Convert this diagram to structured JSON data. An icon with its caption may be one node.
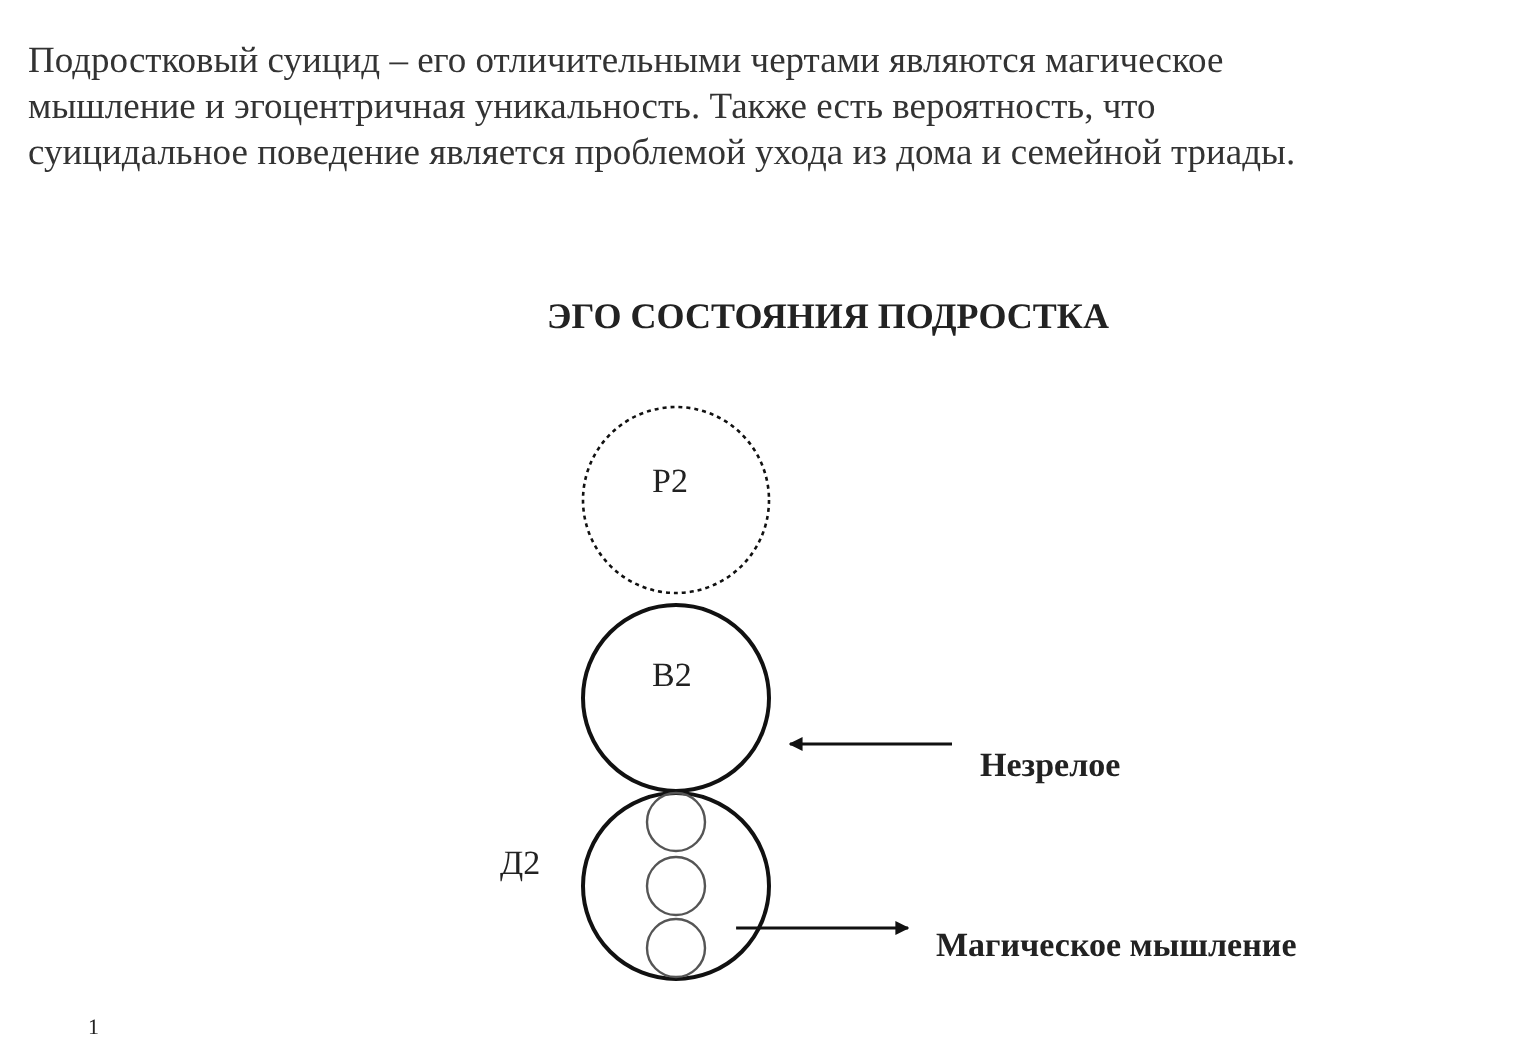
{
  "diagram": {
    "title": "ЭГО СОСТОЯНИЯ ПОДРОСТКА",
    "nodes": [
      {
        "text": [
          "Р2"
        ]
      },
      {
        "text": [
          "В2"
        ]
      },
      {
        "text": [
          "Д2"
        ]
      },
      {
        "text": [],
        "shape": "circle",
        "in": 2
      },
      {
        "text": [],
        "shape": "circle",
        "in": 2
      },
      {
        "text": [],
        "shape": "circle",
        "in": 2
      },
      {
        "text": [
          "Незрелое"
        ]
      },
      {
        "text": [
          "Магическое мышление"
        ]
      }
    ],
    "edges": [
      {
        "from": 6,
        "to": 1,
        "arrow": "to"
      },
      {
        "from": 2,
        "to": 7,
        "arrow": "to"
      }
    ],
    "labels": [
      "Подростковый суицид – его отличительными чертами являются магическое мышление и эгоцентричная уникальность. Также есть вероятность, что суицидальное поведение является проблемой ухода из дома и семейной триады.",
      "1"
    ]
  }
}
